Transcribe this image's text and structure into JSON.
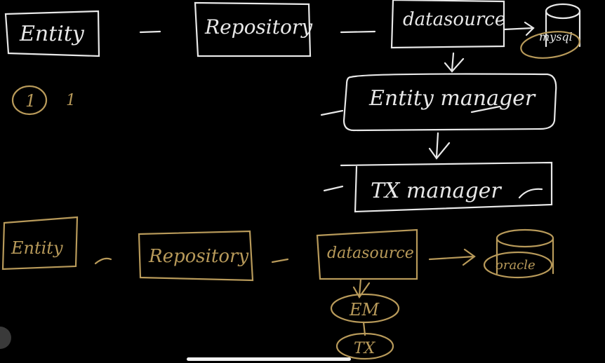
{
  "colors": {
    "background": "#000000",
    "white_ink": "#e8e8e8",
    "gold_ink": "#b89a5a"
  },
  "top_diagram": {
    "entity": "Entity",
    "repository": "Repository",
    "datasource": "datasource",
    "db": "mysql",
    "entity_manager": "Entity manager",
    "tx_manager": "TX manager",
    "circled_number": "1",
    "mark": "1"
  },
  "bottom_diagram": {
    "entity": "Entity",
    "repository": "Repository",
    "datasource": "datasource",
    "db": "oracle",
    "em": "EM",
    "tx": "TX"
  }
}
